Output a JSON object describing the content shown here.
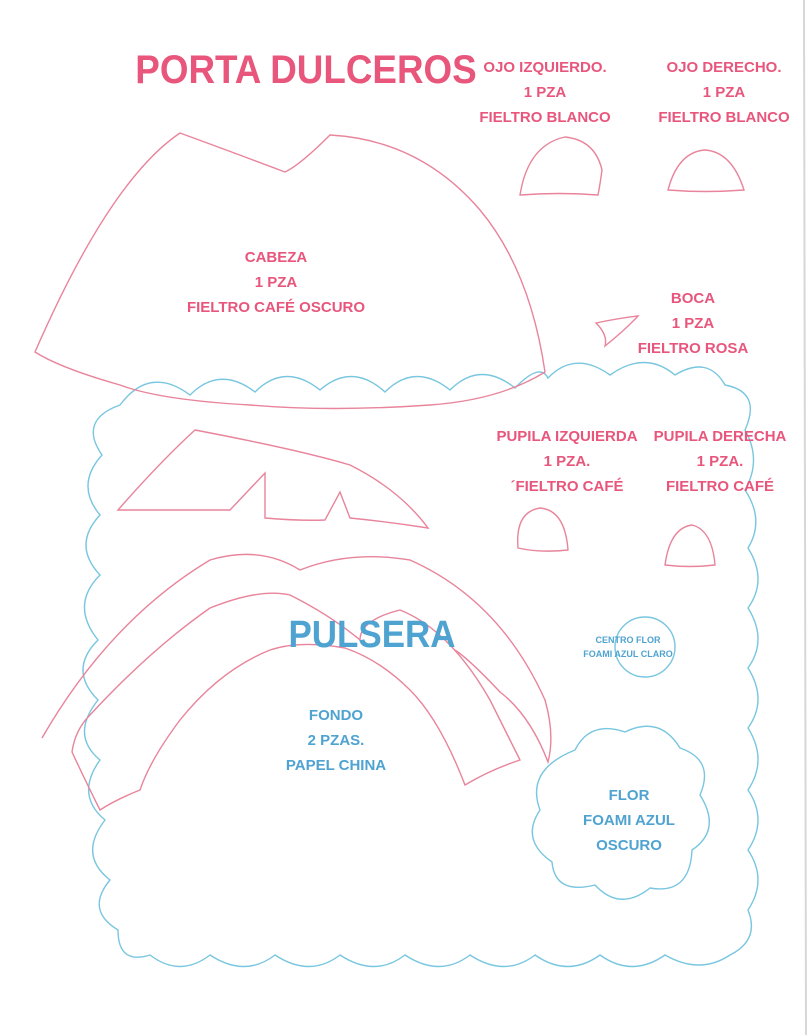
{
  "colors": {
    "pink": "#e8567c",
    "blue": "#4fa3d1"
  },
  "title": "PORTA DULCEROS",
  "section_title": "PULSERA",
  "pieces": {
    "ojo_izquierdo": [
      "OJO IZQUIERDO.",
      "1 PZA",
      "FIELTRO BLANCO"
    ],
    "ojo_derecho": [
      "OJO DERECHO.",
      "1 PZA",
      "FIELTRO BLANCO"
    ],
    "cabeza": [
      "CABEZA",
      "1 PZA",
      "FIELTRO CAFÉ OSCURO"
    ],
    "boca": [
      "BOCA",
      "1 PZA",
      "FIELTRO ROSA"
    ],
    "pupila_izquierda": [
      "PUPILA IZQUIERDA",
      "1 PZA.",
      "´FIELTRO CAFÉ"
    ],
    "pupila_derecha": [
      "PUPILA DERECHA",
      "1 PZA.",
      "FIELTRO CAFÉ"
    ],
    "centro_flor": [
      "CENTRO FLOR",
      "FOAMI AZUL CLARO"
    ],
    "fondo": [
      "FONDO",
      "2 PZAS.",
      "PAPEL CHINA"
    ],
    "flor": [
      "FLOR",
      "FOAMI AZUL",
      "OSCURO"
    ]
  }
}
